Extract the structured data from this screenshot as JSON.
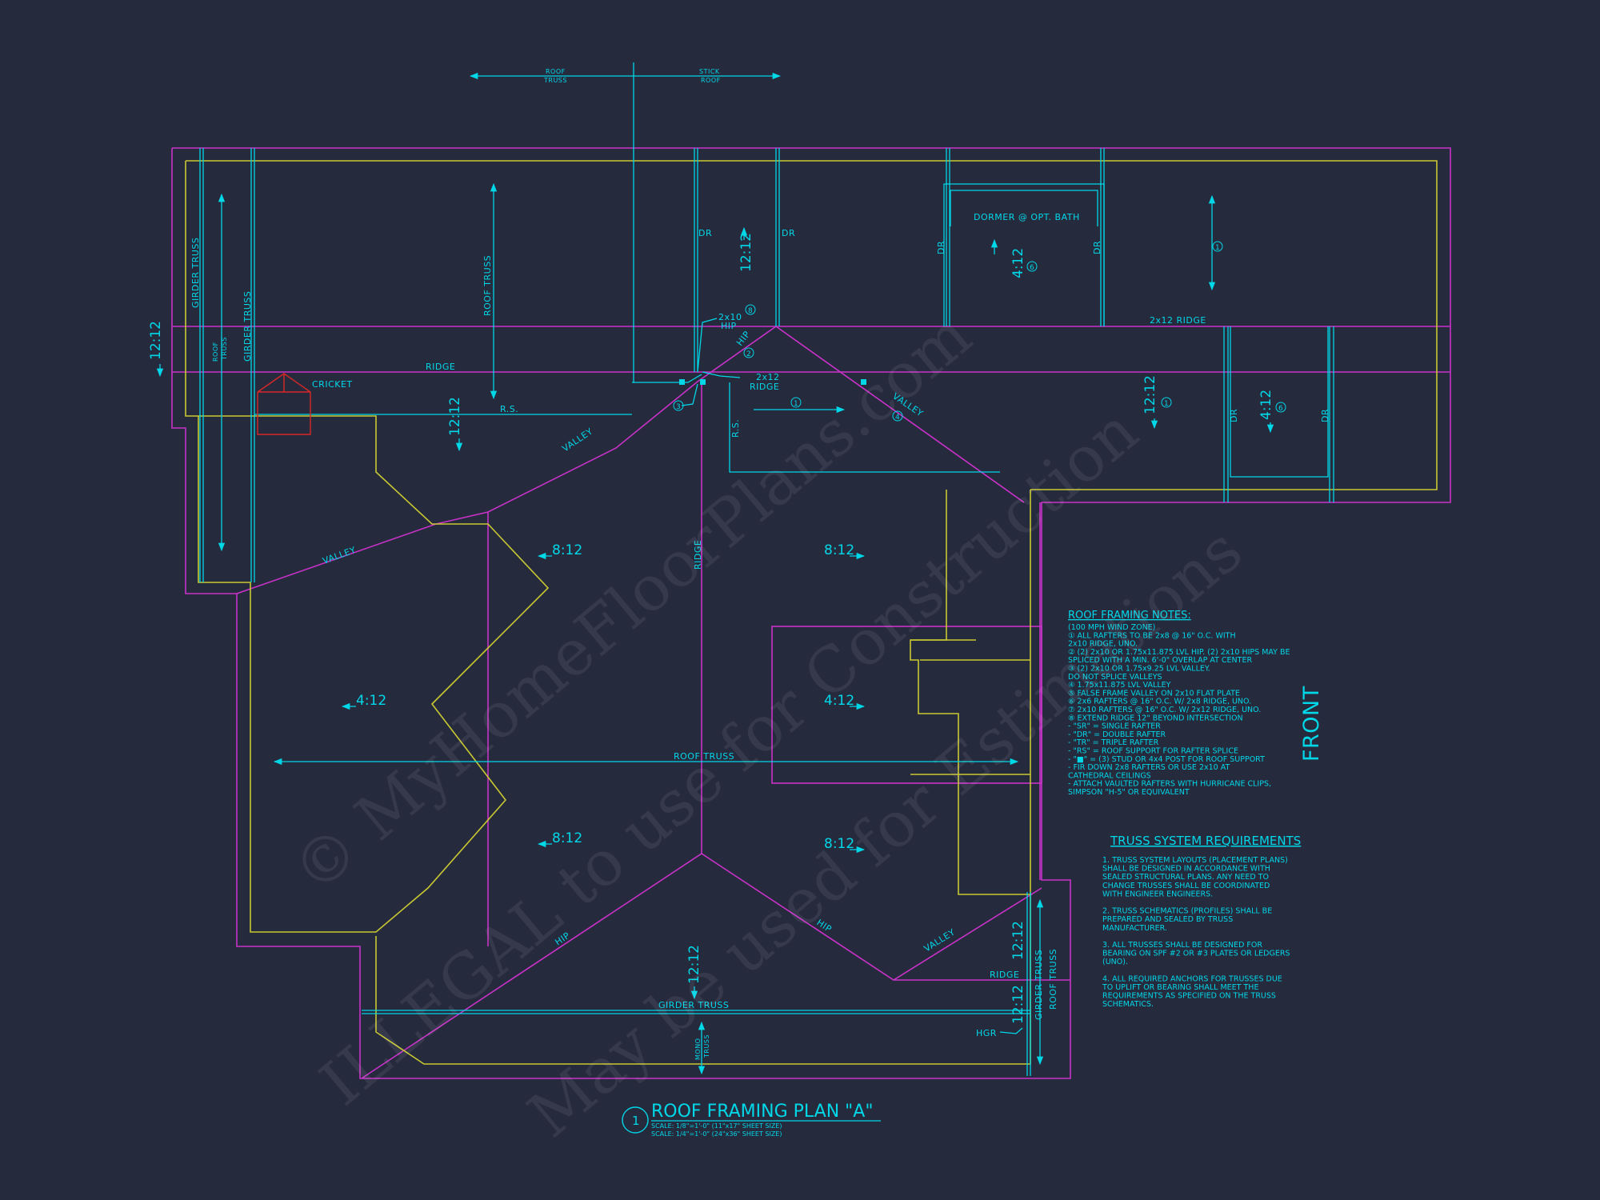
{
  "labels": {
    "roof_truss_top": [
      "ROOF",
      "TRUSS"
    ],
    "stick_roof_top": [
      "STICK",
      "ROOF"
    ],
    "girder_truss_left": "GIRDER TRUSS",
    "girder_truss_left2": "GIRDER TRUSS",
    "roof_truss_left": [
      "ROOF",
      "TRUSS"
    ],
    "roof_truss_vertical": "ROOF TRUSS",
    "cricket": "CRICKET",
    "ridge_main": "RIDGE",
    "rs_main": "R.S.",
    "rs_vertical": "R.S.",
    "valley_left": "VALLEY",
    "valley_left2": "VALLEY",
    "valley_right": "VALLEY",
    "valley_bottom": "VALLEY",
    "ridge_vertical": "RIDGE",
    "ridge_2x12": "2x12 RIDGE",
    "ridge_small": [
      "2x12",
      "RIDGE"
    ],
    "hip_2x10": [
      "2x10",
      "HIP"
    ],
    "hip_upper": "HIP",
    "hip_bottom_left": "HIP",
    "hip_bottom_right": "HIP",
    "dr": "DR",
    "dormer": "DORMER @ OPT. BATH",
    "roof_truss_horizontal": "ROOF TRUSS",
    "girder_truss_bottom": "GIRDER TRUSS",
    "mono_truss": [
      "MONO",
      "TRUSS"
    ],
    "ridge_bottom": "RIDGE",
    "hgr": "HGR",
    "girder_truss_right": "GIRDER TRUSS",
    "roof_truss_right": "ROOF TRUSS",
    "front": "FRONT"
  },
  "pitches": {
    "p12_left": "12:12",
    "p12_rs": "12:12",
    "p12_upper": "12:12",
    "p4_dormer": "4:12",
    "p12_right": "12:12",
    "p4_right": "4:12",
    "p8_ul": "8:12",
    "p8_ur": "8:12",
    "p4_left": "4:12",
    "p4_mid": "4:12",
    "p8_ll": "8:12",
    "p8_lr": "8:12",
    "p12_bottom": "12:12",
    "p12_br1": "12:12",
    "p12_br2": "12:12"
  },
  "markers": [
    "1",
    "2",
    "3",
    "4",
    "6",
    "8"
  ],
  "notes": {
    "title": "ROOF FRAMING NOTES:",
    "lines": [
      "(100 MPH WIND ZONE)",
      "① ALL RAFTERS TO BE 2x8 @ 16\" O.C. WITH",
      "   2x10 RIDGE, UNO.",
      "② (2) 2x10 OR 1.75x11.875 LVL HIP. (2) 2x10 HIPS MAY BE",
      "   SPLICED WITH A MIN. 6'-0\" OVERLAP AT CENTER",
      "③ (2) 2x10 OR 1.75x9.25 LVL VALLEY.",
      "   DO NOT SPLICE VALLEYS",
      "④ 1.75x11.875 LVL VALLEY",
      "⑤ FALSE FRAME VALLEY ON 2x10 FLAT PLATE",
      "⑥ 2x6 RAFTERS @ 16\" O.C. W/ 2x8 RIDGE, UNO.",
      "⑦ 2x10 RAFTERS @ 16\" O.C. W/ 2x12 RIDGE, UNO.",
      "⑧ EXTEND RIDGE 12\" BEYOND INTERSECTION",
      "-  \"SR\" = SINGLE RAFTER",
      "-  \"DR\" = DOUBLE RAFTER",
      "-  \"TR\" = TRIPLE RAFTER",
      "-  \"RS\" = ROOF SUPPORT FOR RAFTER SPLICE",
      "-  \"■\" = (3) STUD OR 4x4 POST FOR ROOF SUPPORT",
      "-  FIR DOWN 2x8 RAFTERS OR USE 2x10 AT",
      "   CATHEDRAL CEILINGS",
      "-  ATTACH VAULTED RAFTERS WITH HURRICANE CLIPS,",
      "   SIMPSON \"H-5\" OR EQUIVALENT"
    ]
  },
  "requirements": {
    "title": "TRUSS SYSTEM REQUIREMENTS",
    "lines": [
      "1. TRUSS SYSTEM LAYOUTS (PLACEMENT PLANS)",
      "SHALL BE DESIGNED IN ACCORDANCE WITH",
      "SEALED STRUCTURAL PLANS. ANY NEED TO",
      "CHANGE TRUSSES SHALL BE COORDINATED",
      "WITH ENGINEER ENGINEERS.",
      "",
      "2. TRUSS SCHEMATICS (PROFILES) SHALL BE",
      "PREPARED AND SEALED BY TRUSS",
      "MANUFACTURER.",
      "",
      "3. ALL TRUSSES SHALL BE DESIGNED FOR",
      "BEARING ON SPF #2 OR #3 PLATES OR LEDGERS",
      "(UNO).",
      "",
      "4. ALL REQUIRED ANCHORS FOR TRUSSES DUE",
      "TO UPLIFT OR BEARING SHALL MEET THE",
      "REQUIREMENTS AS SPECIFIED ON THE TRUSS",
      "SCHEMATICS."
    ]
  },
  "title_block": {
    "number": "1",
    "title": "ROOF FRAMING PLAN \"A\"",
    "scale1": "SCALE: 1/8\"=1'-0\" (11\"x17\" SHEET SIZE)",
    "scale2": "SCALE: 1/4\"=1'-0\" (24\"x36\" SHEET SIZE)"
  },
  "watermark": {
    "line1": "© MyHomeFloorPlans.com",
    "line2": "ILLEGAL to use for Construction",
    "line3": "May be used for Estimations"
  },
  "colors": {
    "background": "#262a3d",
    "magenta": "#c832c8",
    "yellow": "#c8c832",
    "cyan": "#00d8e8",
    "red": "#d82828"
  }
}
